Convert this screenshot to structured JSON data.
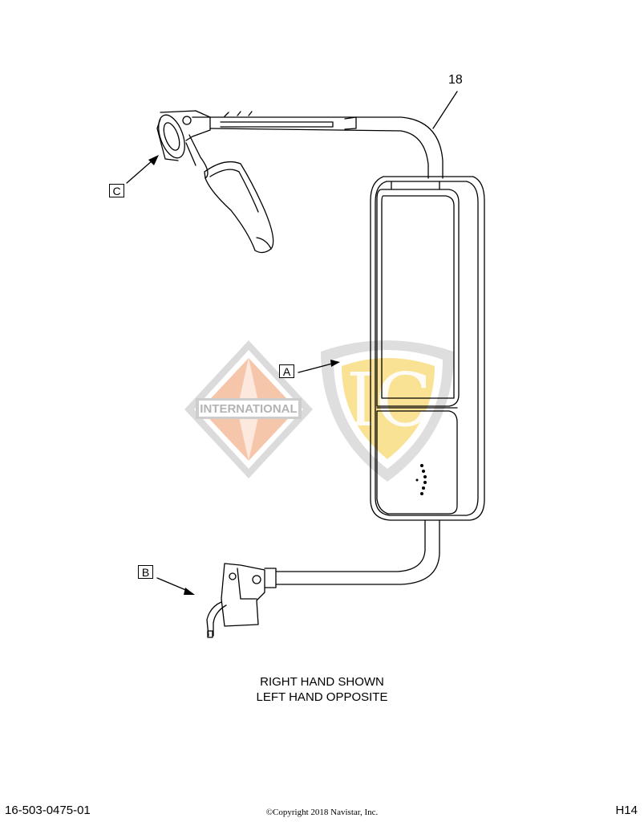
{
  "callouts": {
    "part_number": "18",
    "a": "A",
    "b": "B",
    "c": "C"
  },
  "note": {
    "line1": "RIGHT HAND SHOWN",
    "line2": "LEFT HAND OPPOSITE"
  },
  "watermark": {
    "international_text": "INTERNATIONAL",
    "ic_mark": "IC"
  },
  "footer": {
    "diagram_number": "16-503-0475-01",
    "copyright": "©Copyright 2018 Navistar, Inc.",
    "page_code": "H14"
  },
  "colors": {
    "line": "#000000",
    "watermark_orange": "#f4b48f",
    "watermark_grey": "#b8b8b8",
    "watermark_yellow": "#f9dc7a"
  },
  "icons": [
    "international-diamond-logo",
    "ic-shield-logo"
  ]
}
